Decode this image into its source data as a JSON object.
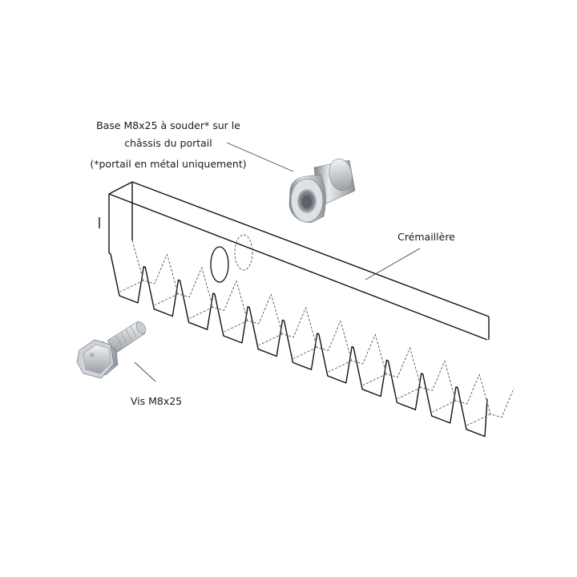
{
  "labels": {
    "base_line1": "Base M8x25 à souder* sur le",
    "base_line2": "châssis du portail",
    "base_note": "(*portail en métal uniquement)",
    "rack": "Crémaillère",
    "screw": "Vis M8x25"
  },
  "colors": {
    "line": "#111111",
    "hidden_line": "#555555",
    "metal_light": "#e6e8ea",
    "metal_dark": "#8a9096",
    "background": "#ffffff"
  },
  "parts": {
    "rack_tooth_count": 11
  },
  "icons": [
    "weld-base-nut-icon",
    "hex-bolt-icon"
  ]
}
